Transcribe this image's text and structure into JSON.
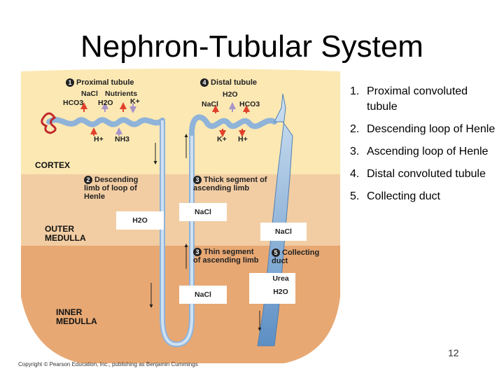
{
  "title": "Nephron-Tubular System",
  "list": [
    "Proximal convoluted tubule",
    "Descending loop of Henle",
    "Ascending loop of Henle",
    "Distal convoluted tubule",
    "Collecting duct"
  ],
  "figure": {
    "zones": {
      "cortex": "CORTEX",
      "outer_medulla": "OUTER MEDULLA",
      "inner_medulla": "INNER MEDULLA"
    },
    "segments": {
      "proximal": {
        "num": "1",
        "label": "Proximal tubule"
      },
      "descending": {
        "num": "2",
        "label": "Descending limb of loop of Henle"
      },
      "thick_ascending": {
        "num": "3",
        "label": "Thick segment of ascending limb"
      },
      "thin_ascending": {
        "num": "3",
        "label": "Thin segment of ascending limb"
      },
      "distal": {
        "num": "4",
        "label": "Distal tubule"
      },
      "collecting": {
        "num": "5",
        "label": "Collecting duct"
      }
    },
    "ions": {
      "prox_nacl": "NaCl",
      "prox_nutrients": "Nutrients",
      "prox_hco3": "HCO3",
      "prox_h2o": "H2O",
      "prox_k": "K+",
      "prox_h": "H+",
      "prox_nh3": "NH3",
      "dist_h2o": "H2O",
      "dist_nacl": "NaCl",
      "dist_hco3": "HCO3",
      "dist_k": "K+",
      "dist_h": "H+",
      "desc_h2o": "H2O",
      "thick_nacl": "NaCl",
      "cd_nacl": "NaCl",
      "thin_nacl": "NaCl",
      "cd_urea": "Urea",
      "cd_h2o": "H2O"
    },
    "colors": {
      "cortex": "#fbe8b3",
      "outer_medulla": "#f2cda3",
      "inner_medulla": "#e8a873",
      "tubule": "#a9c8e6",
      "arrow_red": "#e0412a",
      "arrow_purple": "#a894c8"
    }
  },
  "copyright": "Copyright © Pearson Education, Inc., publishing as Benjamin Cummings",
  "page_number": "12"
}
